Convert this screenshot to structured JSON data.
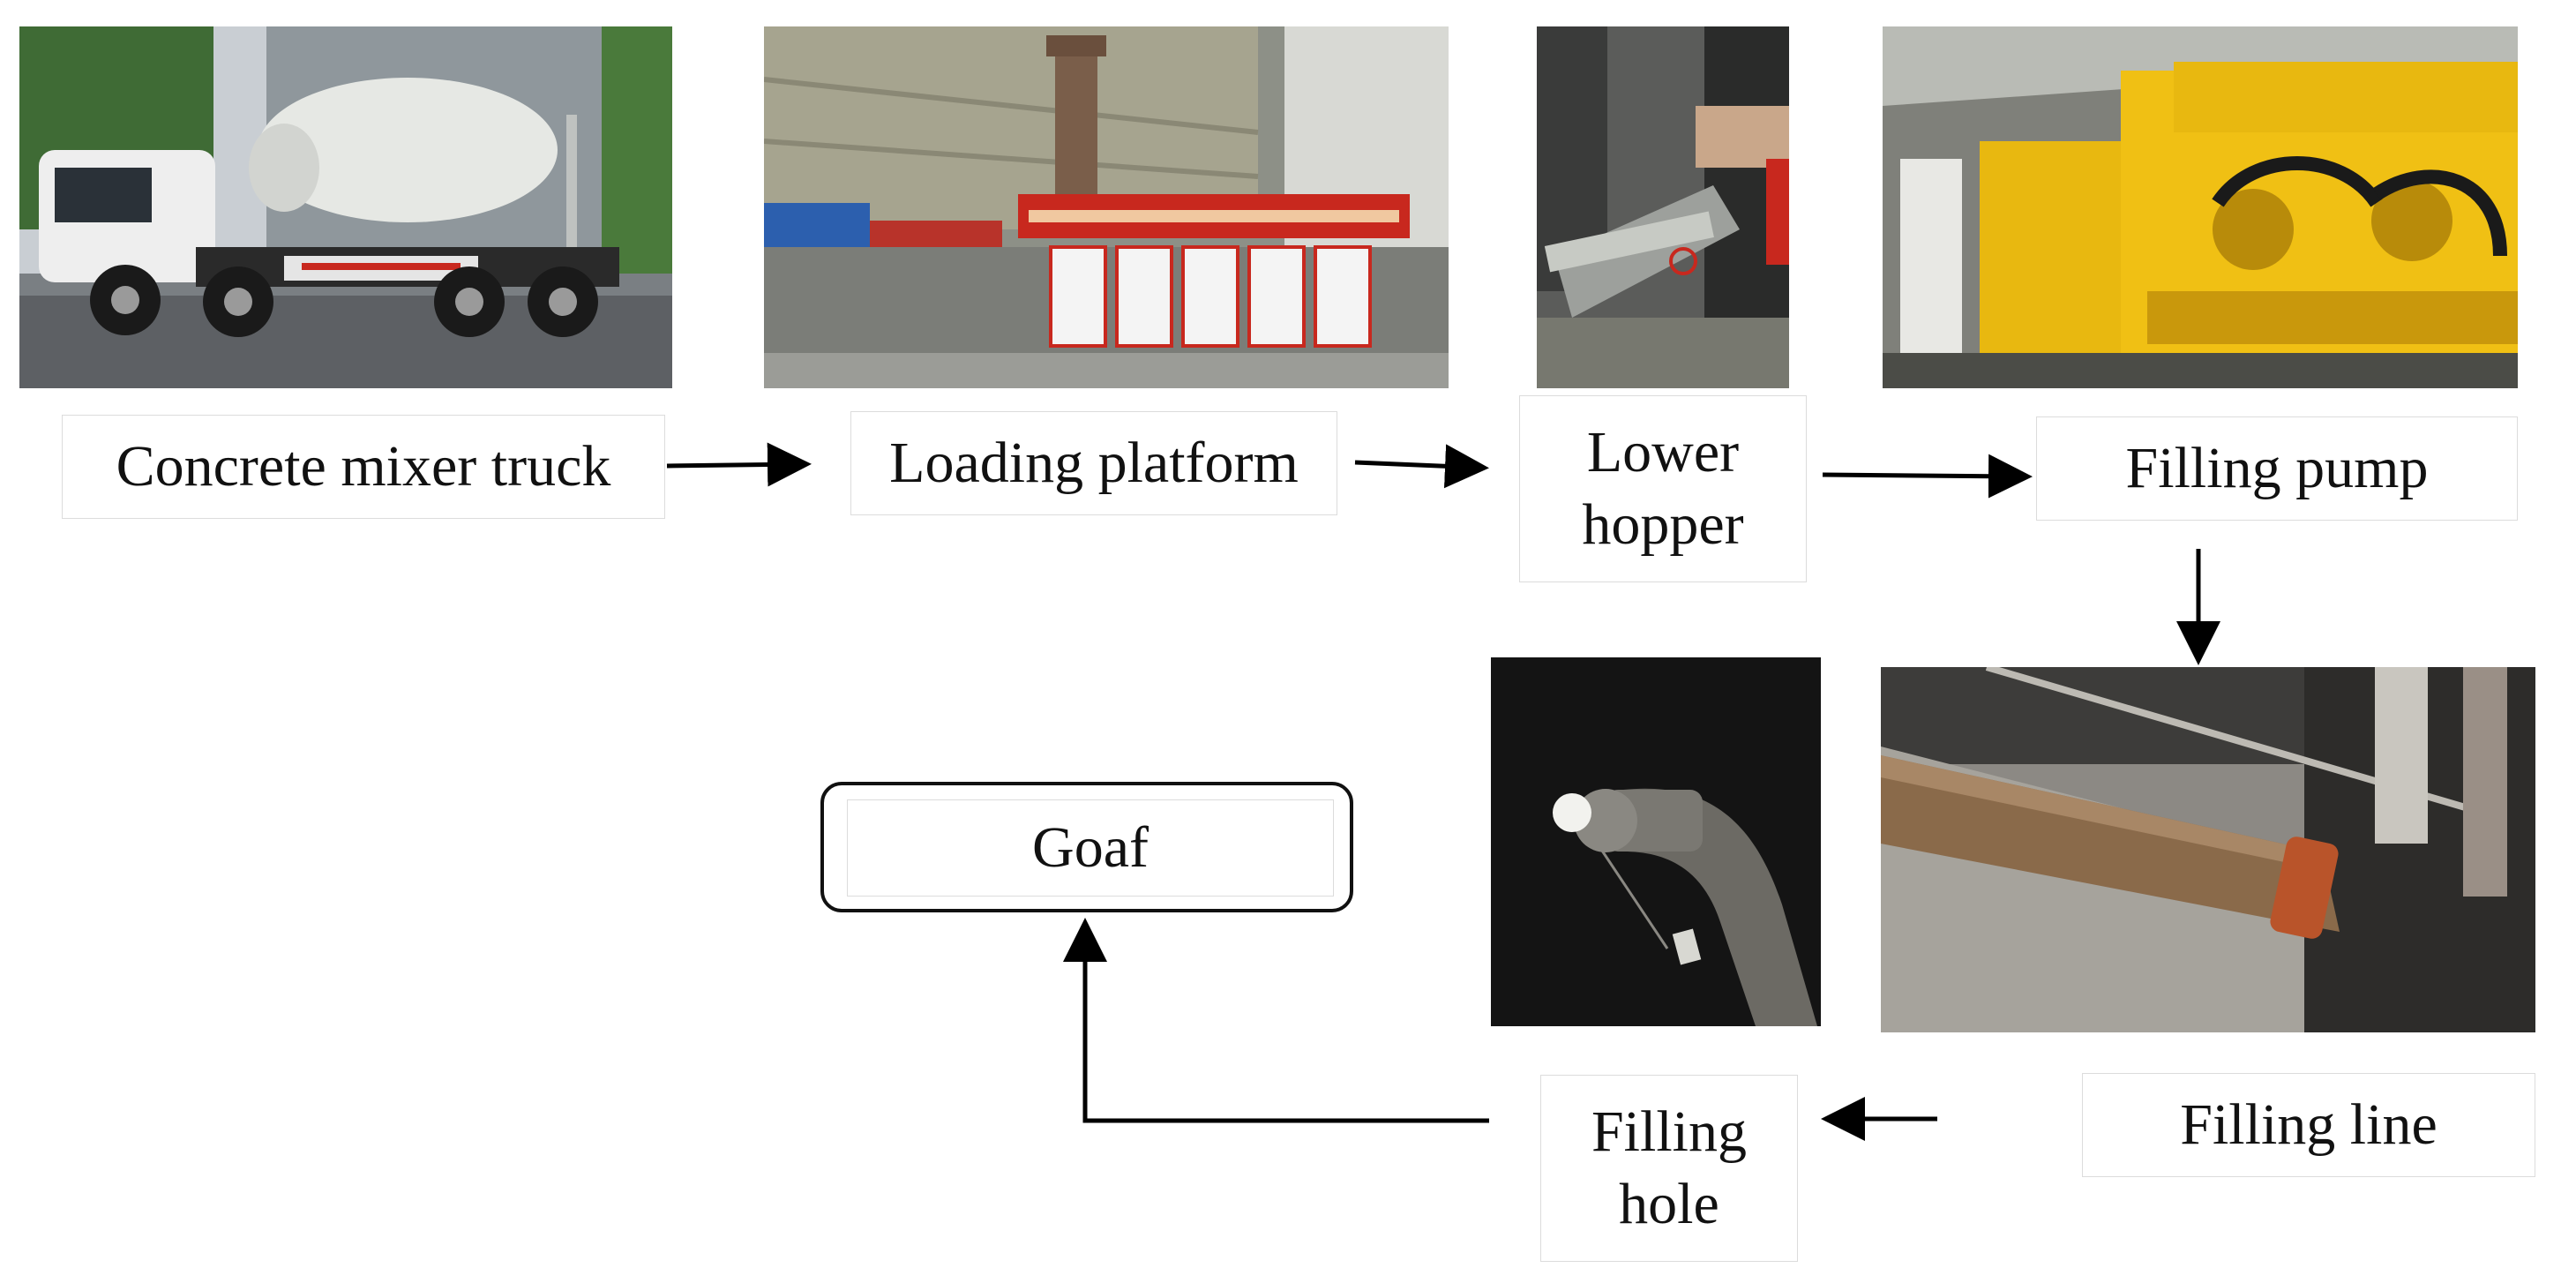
{
  "steps": {
    "mixer_truck": "Concrete mixer truck",
    "loading_platform": "Loading platform",
    "lower_hopper_line1": "Lower",
    "lower_hopper_line2": "hopper",
    "filling_pump": "Filling pump",
    "filling_line": "Filling line",
    "filling_hole_line1": "Filling",
    "filling_hole_line2": "hole",
    "goaf": "Goaf"
  },
  "photos": {
    "mixer_truck": "concrete-mixer-truck-photo",
    "loading_platform": "loading-platform-photo",
    "lower_hopper": "lower-hopper-photo",
    "filling_pump": "filling-pump-photo",
    "filling_hole": "filling-hole-photo",
    "filling_line": "filling-line-photo"
  },
  "colors": {
    "arrow": "#000000",
    "pump_yellow": "#e8b810",
    "banner_red": "#c8281e"
  }
}
